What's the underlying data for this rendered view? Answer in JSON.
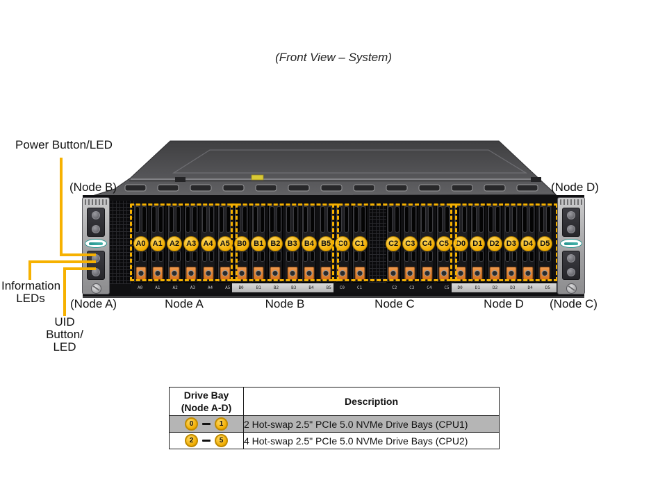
{
  "title": "(Front View – System)",
  "callouts": {
    "power_button": "Power Button/LED",
    "information_leds": [
      "Information",
      "LEDs"
    ],
    "uid_button": [
      "UID Button/",
      "LED"
    ],
    "corner_top_left": "(Node B)",
    "corner_top_right": "(Node D)",
    "corner_bottom_left": "(Node A)",
    "corner_bottom_right": "(Node C)"
  },
  "chassis": {
    "slots": [
      "A0",
      "A1",
      "A2",
      "A3",
      "A4",
      "A5",
      "B0",
      "B1",
      "B2",
      "B3",
      "B4",
      "B5",
      "C0",
      "C1",
      "",
      "C2",
      "C3",
      "C4",
      "C5",
      "D0",
      "D1",
      "D2",
      "D3",
      "D4",
      "D5"
    ],
    "groups": [
      {
        "label": "Node A",
        "start": 0,
        "count": 6,
        "strip": "dark"
      },
      {
        "label": "Node B",
        "start": 6,
        "count": 6,
        "strip": "light"
      },
      {
        "label": "Node C",
        "start": 12,
        "count": 7,
        "strip": "dark"
      },
      {
        "label": "Node D",
        "start": 19,
        "count": 6,
        "strip": "light"
      }
    ]
  },
  "table": {
    "col1_header": [
      "Drive Bay",
      "(Node A-D)"
    ],
    "col2_header": "Description",
    "rows": [
      {
        "from": "0",
        "to": "1",
        "description": "2 Hot-swap 2.5\" PCIe 5.0 NVMe Drive Bays (CPU1)"
      },
      {
        "from": "2",
        "to": "5",
        "description": "4 Hot-swap 2.5\" PCIe 5.0 NVMe Drive Bays (CPU2)"
      }
    ]
  },
  "colors": {
    "accent_gold": "#F6B100",
    "latch_orange": "#E07B28",
    "row_gray": "#B5B5B5",
    "logo_teal": "#27948E"
  }
}
